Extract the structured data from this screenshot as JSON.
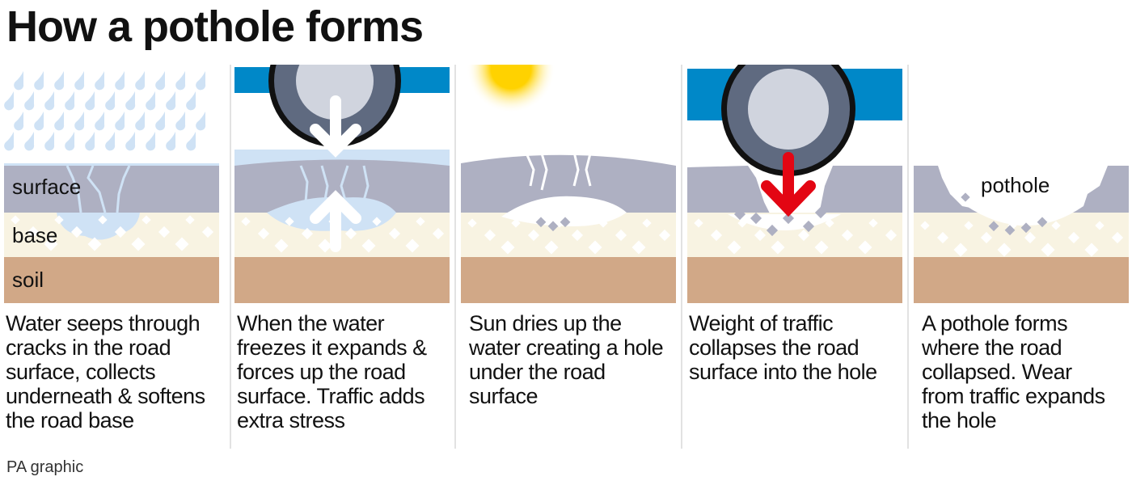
{
  "title": "How a pothole forms",
  "layer_labels": {
    "surface": "surface",
    "base": "base",
    "soil": "soil"
  },
  "pothole_label": "pothole",
  "steps": [
    {
      "caption": "Water seeps through cracks in the road surface, collects underneath & softens the road base"
    },
    {
      "caption": "When the water freezes it expands & forces up the road surface. Traffic adds extra stress"
    },
    {
      "caption": "Sun dries up the water creating a hole under the road surface"
    },
    {
      "caption": "Weight of traffic collapses the road surface into the hole"
    },
    {
      "caption": "A pothole forms where the road collapsed. Wear from traffic expands the hole"
    }
  ],
  "credit": "PA graphic",
  "colors": {
    "surface": "#aeb0c2",
    "base": "#f8f3e2",
    "soil": "#d1a887",
    "water": "#cfe2f5",
    "car": "#0088c8",
    "arrow_red": "#e30613",
    "sun": "#ffd200"
  }
}
